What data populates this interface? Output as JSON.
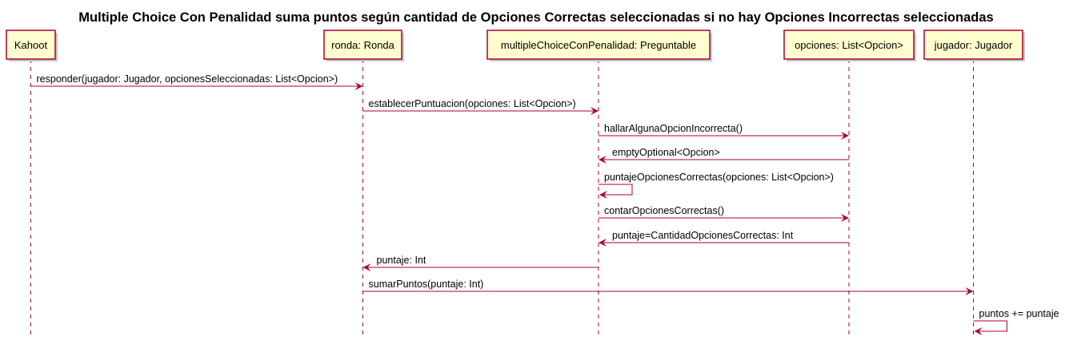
{
  "title": "Multiple Choice Con Penalidad suma puntos según cantidad de Opciones Correctas seleccionadas si no hay Opciones Incorrectas seleccionadas",
  "colors": {
    "participant_fill": "#FEFECE",
    "participant_border": "#A80036",
    "arrow": "#A80036",
    "lifeline": "#A80036"
  },
  "participants": [
    {
      "id": "kahoot",
      "label": "Kahoot"
    },
    {
      "id": "ronda",
      "label": "ronda: Ronda"
    },
    {
      "id": "mc",
      "label": "multipleChoiceConPenalidad: Preguntable"
    },
    {
      "id": "opciones",
      "label": "opciones: List<Opcion>"
    },
    {
      "id": "jugador",
      "label": "jugador: Jugador"
    }
  ],
  "messages": [
    {
      "from": "kahoot",
      "to": "ronda",
      "label": "responder(jugador: Jugador, opcionesSeleccionadas: List<Opcion>)",
      "kind": "call"
    },
    {
      "from": "ronda",
      "to": "mc",
      "label": "establecerPuntuacion(opciones: List<Opcion>)",
      "kind": "call"
    },
    {
      "from": "mc",
      "to": "opciones",
      "label": "hallarAlgunaOpcionIncorrecta()",
      "kind": "call"
    },
    {
      "from": "opciones",
      "to": "mc",
      "label": "emptyOptional<Opcion>",
      "kind": "return"
    },
    {
      "from": "mc",
      "to": "mc",
      "label": "puntajeOpcionesCorrectas(opciones: List<Opcion>)",
      "kind": "self"
    },
    {
      "from": "mc",
      "to": "opciones",
      "label": "contarOpcionesCorrectas()",
      "kind": "call"
    },
    {
      "from": "opciones",
      "to": "mc",
      "label": "puntaje=CantidadOpcionesCorrectas: Int",
      "kind": "return"
    },
    {
      "from": "mc",
      "to": "ronda",
      "label": "puntaje: Int",
      "kind": "return"
    },
    {
      "from": "ronda",
      "to": "jugador",
      "label": "sumarPuntos(puntaje: Int)",
      "kind": "call"
    },
    {
      "from": "jugador",
      "to": "jugador",
      "label": "puntos += puntaje",
      "kind": "self"
    }
  ]
}
